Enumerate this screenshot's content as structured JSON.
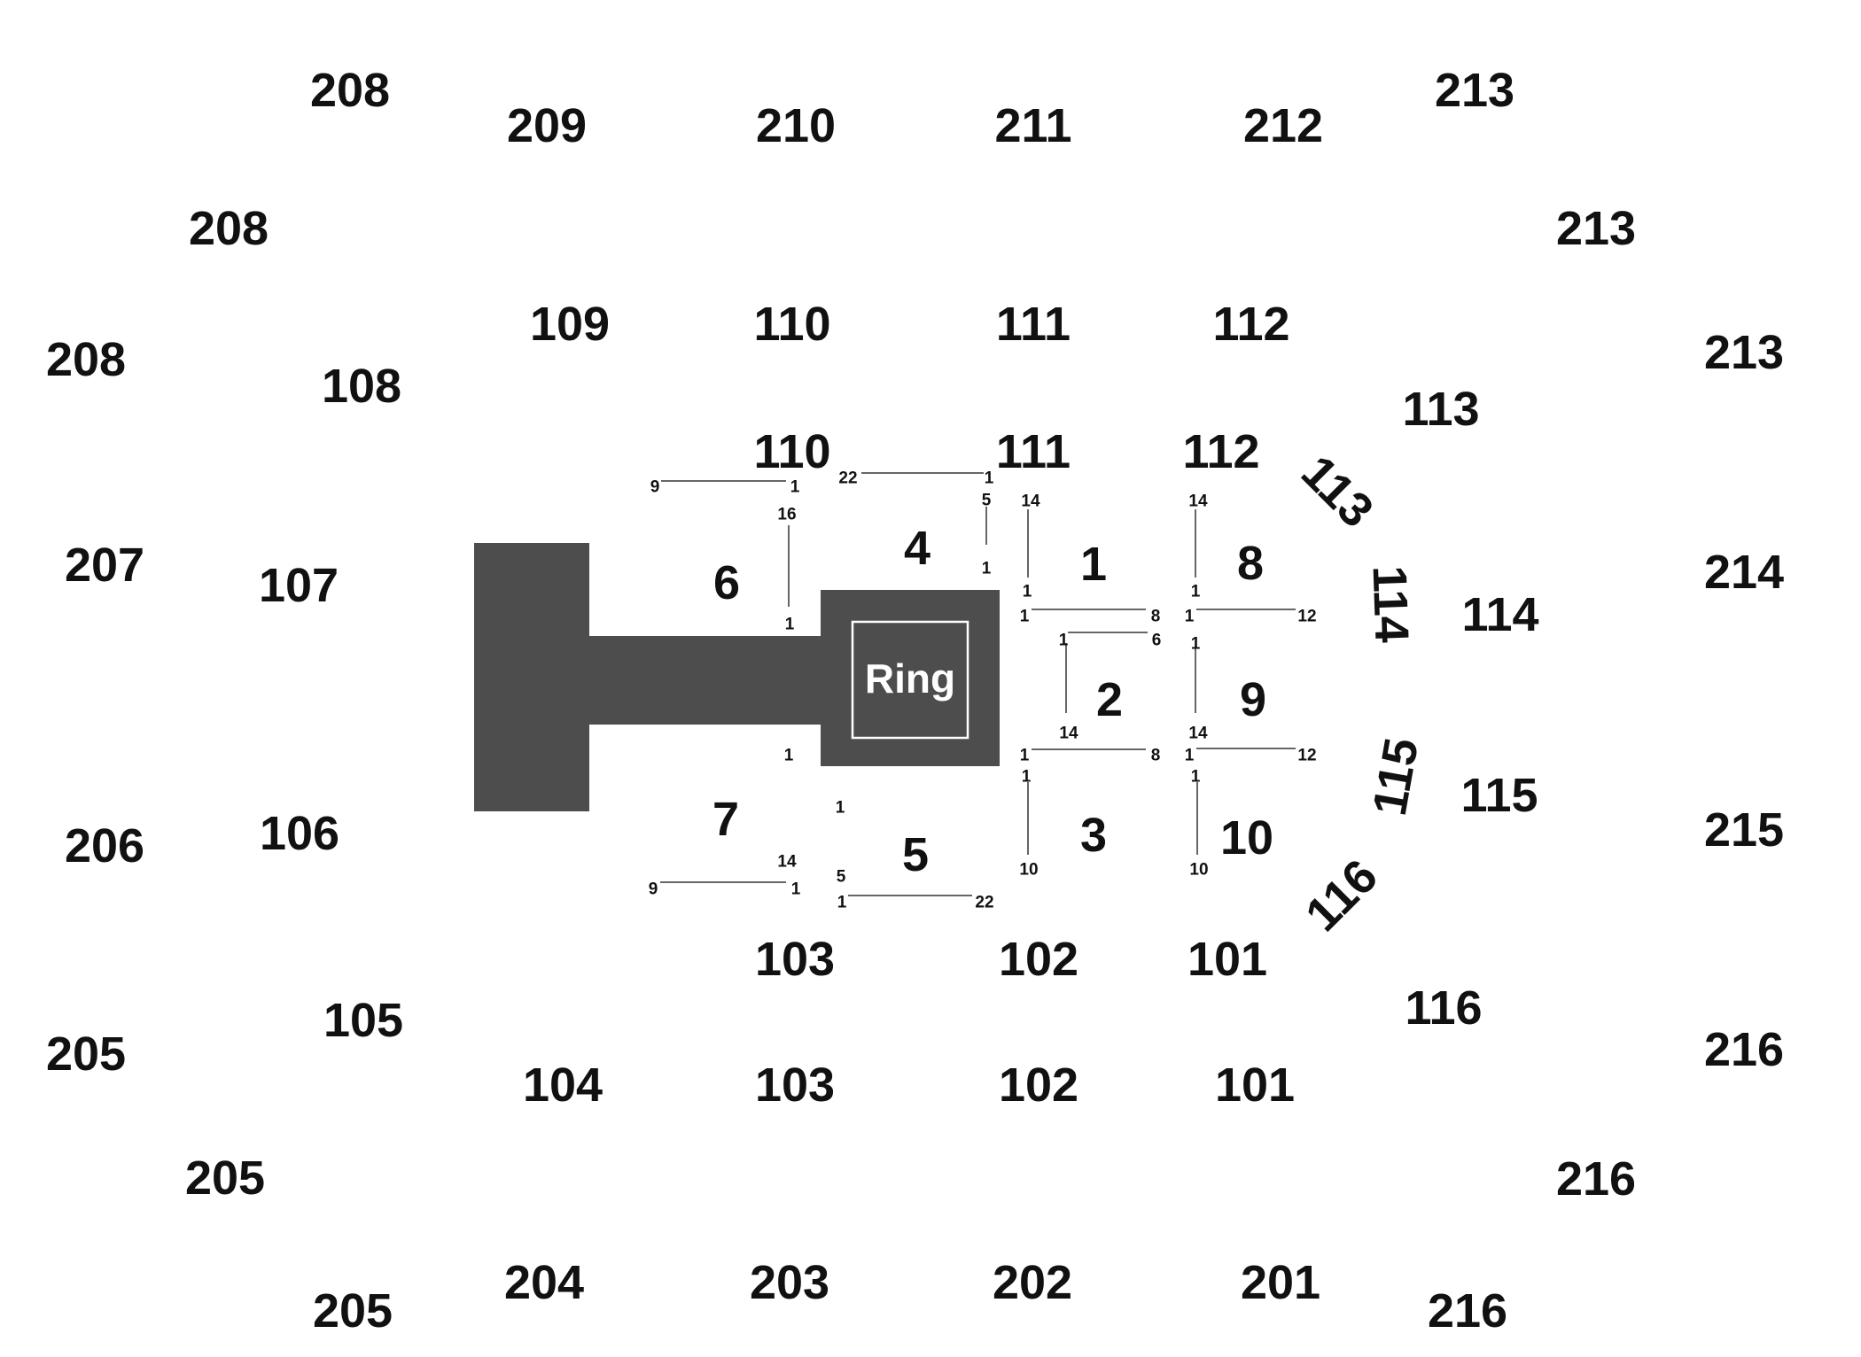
{
  "colors": {
    "stage": "#4d4d4d",
    "text": "#111111",
    "ring_border": "#ffffff"
  },
  "stage": {
    "ring_label": "Ring"
  },
  "upper_sections": [
    {
      "label": "208"
    },
    {
      "label": "209"
    },
    {
      "label": "210"
    },
    {
      "label": "211"
    },
    {
      "label": "212"
    },
    {
      "label": "213"
    },
    {
      "label": "208"
    },
    {
      "label": "213"
    },
    {
      "label": "208"
    },
    {
      "label": "213"
    },
    {
      "label": "207"
    },
    {
      "label": "214"
    },
    {
      "label": "206"
    },
    {
      "label": "215"
    },
    {
      "label": "205"
    },
    {
      "label": "216"
    },
    {
      "label": "205"
    },
    {
      "label": "216"
    },
    {
      "label": "205"
    },
    {
      "label": "204"
    },
    {
      "label": "203"
    },
    {
      "label": "202"
    },
    {
      "label": "201"
    },
    {
      "label": "216"
    }
  ],
  "lower_sections": [
    {
      "label": "109"
    },
    {
      "label": "110"
    },
    {
      "label": "111"
    },
    {
      "label": "112"
    },
    {
      "label": "108"
    },
    {
      "label": "113"
    },
    {
      "label": "110"
    },
    {
      "label": "111"
    },
    {
      "label": "112"
    },
    {
      "label": "113"
    },
    {
      "label": "114"
    },
    {
      "label": "114"
    },
    {
      "label": "107"
    },
    {
      "label": "115"
    },
    {
      "label": "115"
    },
    {
      "label": "106"
    },
    {
      "label": "116"
    },
    {
      "label": "103"
    },
    {
      "label": "102"
    },
    {
      "label": "101"
    },
    {
      "label": "116"
    },
    {
      "label": "105"
    },
    {
      "label": "104"
    },
    {
      "label": "103"
    },
    {
      "label": "102"
    },
    {
      "label": "101"
    }
  ],
  "floor_sections": [
    {
      "label": "1"
    },
    {
      "label": "2"
    },
    {
      "label": "3"
    },
    {
      "label": "4"
    },
    {
      "label": "5"
    },
    {
      "label": "6"
    },
    {
      "label": "7"
    },
    {
      "label": "8"
    },
    {
      "label": "9"
    },
    {
      "label": "10"
    }
  ],
  "row_labels": [
    "9",
    "1",
    "16",
    "1",
    "22",
    "1",
    "5",
    "1",
    "14",
    "1",
    "1",
    "8",
    "14",
    "1",
    "1",
    "12",
    "1",
    "6",
    "1",
    "14",
    "14",
    "1",
    "8",
    "1",
    "12",
    "1",
    "10",
    "1",
    "10",
    "1",
    "1",
    "5",
    "1",
    "22",
    "14",
    "9",
    "1"
  ]
}
